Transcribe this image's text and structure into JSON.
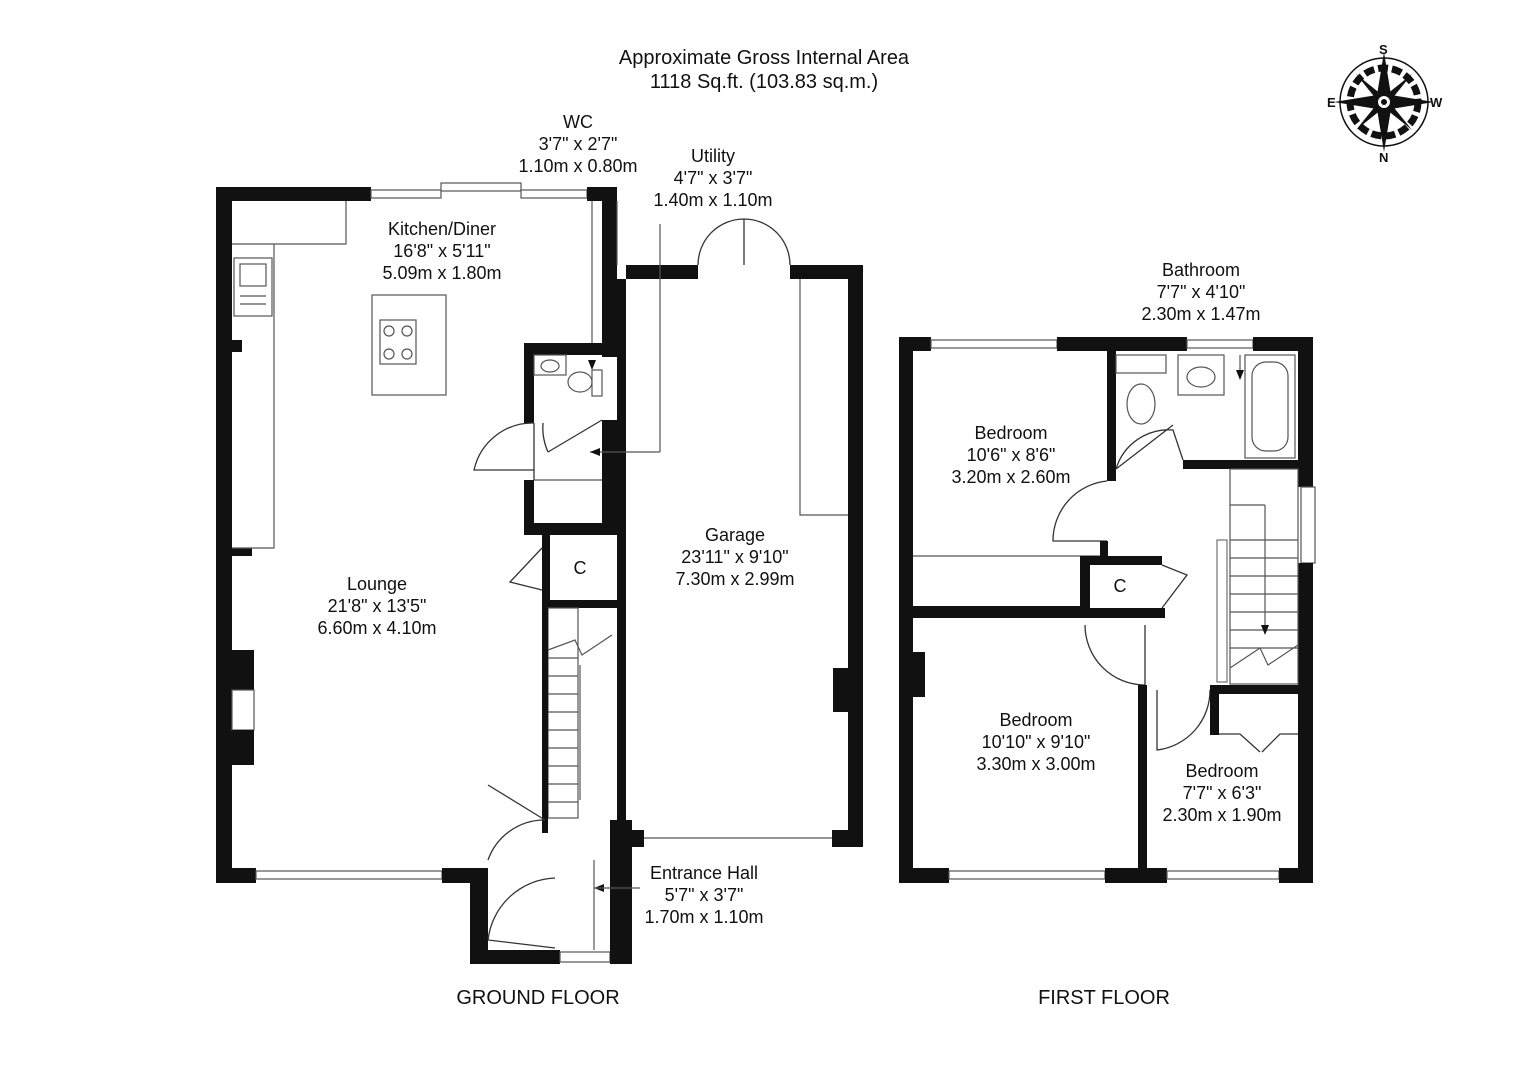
{
  "header": {
    "line1": "Approximate Gross Internal Area",
    "line2": "1118 Sq.ft. (103.83 sq.m.)"
  },
  "compass": {
    "n": "N",
    "s": "S",
    "e": "E",
    "w": "W"
  },
  "floors": {
    "ground": "GROUND FLOOR",
    "first": "FIRST FLOOR"
  },
  "rooms": {
    "wc": {
      "name": "WC",
      "imperial": "3'7\" x 2'7\"",
      "metric": "1.10m x 0.80m"
    },
    "utility": {
      "name": "Utility",
      "imperial": "4'7\" x 3'7\"",
      "metric": "1.40m x 1.10m"
    },
    "kitchen": {
      "name": "Kitchen/Diner",
      "imperial": "16'8\" x 5'11\"",
      "metric": "5.09m x 1.80m"
    },
    "lounge": {
      "name": "Lounge",
      "imperial": "21'8\" x 13'5\"",
      "metric": "6.60m x 4.10m"
    },
    "garage": {
      "name": "Garage",
      "imperial": "23'11\" x 9'10\"",
      "metric": "7.30m x 2.99m"
    },
    "entrance": {
      "name": "Entrance Hall",
      "imperial": "5'7\" x 3'7\"",
      "metric": "1.70m x 1.10m"
    },
    "cupboard_ground": {
      "name": "C"
    },
    "bathroom": {
      "name": "Bathroom",
      "imperial": "7'7\" x 4'10\"",
      "metric": "2.30m x 1.47m"
    },
    "bedroom1": {
      "name": "Bedroom",
      "imperial": "10'6\" x 8'6\"",
      "metric": "3.20m x 2.60m"
    },
    "bedroom2": {
      "name": "Bedroom",
      "imperial": "10'10\" x 9'10\"",
      "metric": "3.30m x 3.00m"
    },
    "bedroom3": {
      "name": "Bedroom",
      "imperial": "7'7\" x 6'3\"",
      "metric": "2.30m x 1.90m"
    },
    "cupboard_first": {
      "name": "C"
    }
  }
}
